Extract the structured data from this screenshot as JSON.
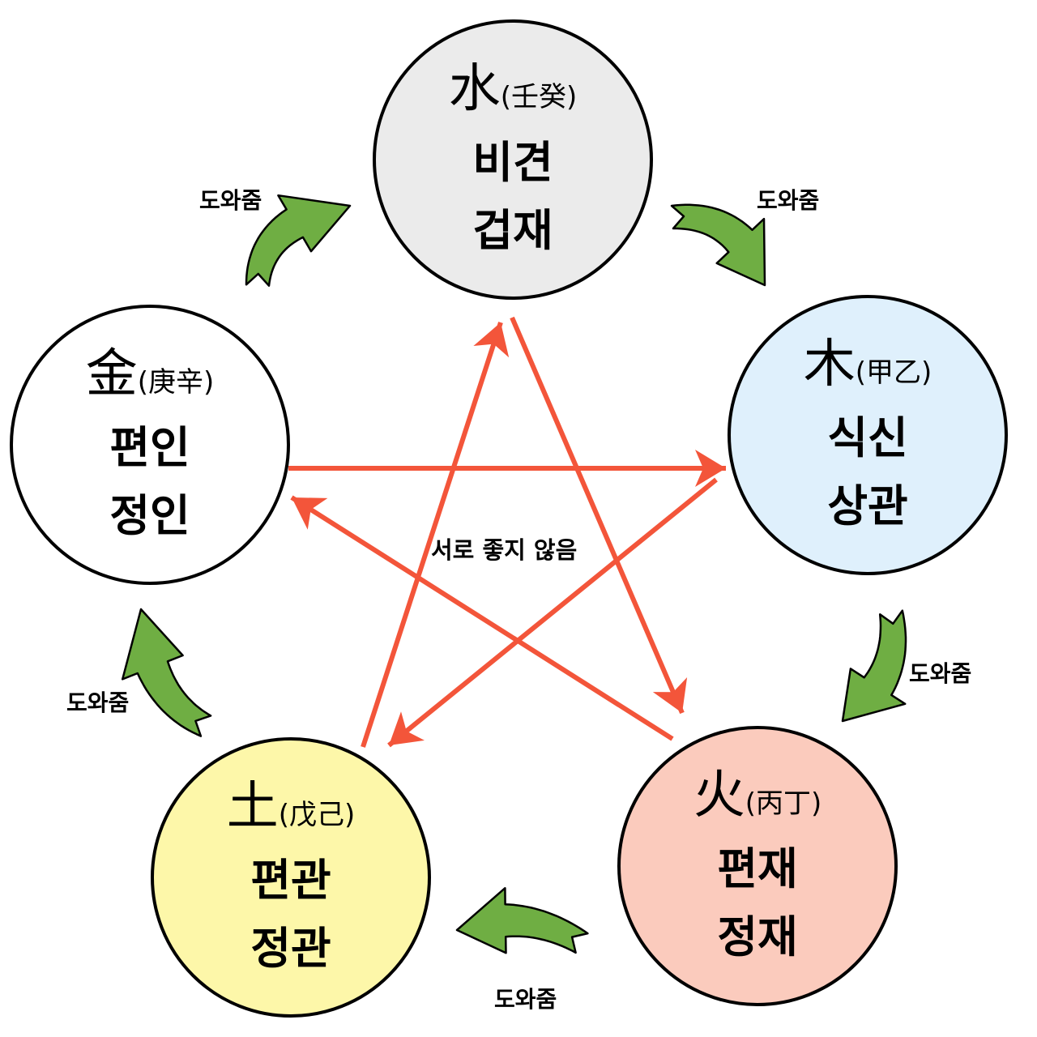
{
  "colors": {
    "water": "#ebebeb",
    "wood": "#dff0fc",
    "fire": "#fbcbbd",
    "earth": "#fdf7a9",
    "metal": "#ffffff",
    "generating_arrow": "#6fae43",
    "controlling_arrow": "#f3553a",
    "outline": "#000000"
  },
  "elements": {
    "water": {
      "char": "水",
      "stems": "(壬癸)",
      "god1": "비견",
      "god2": "겁재"
    },
    "wood": {
      "char": "木",
      "stems": "(甲乙)",
      "god1": "식신",
      "god2": "상관"
    },
    "fire": {
      "char": "火",
      "stems": "(丙丁)",
      "god1": "편재",
      "god2": "정재"
    },
    "earth": {
      "char": "土",
      "stems": "(戊己)",
      "god1": "편관",
      "god2": "정관"
    },
    "metal": {
      "char": "金",
      "stems": "(庚辛)",
      "god1": "편인",
      "god2": "정인"
    }
  },
  "generating_labels": {
    "water_to_wood": "도와줌",
    "wood_to_fire": "도와줌",
    "fire_to_earth": "도와줌",
    "earth_to_metal": "도와줌",
    "metal_to_water": "도와줌"
  },
  "center_label": "서로 좋지 않음",
  "icons": {
    "generating_arrow": "curved-green-arrow-icon",
    "controlling_arrow": "straight-red-arrow-icon"
  }
}
